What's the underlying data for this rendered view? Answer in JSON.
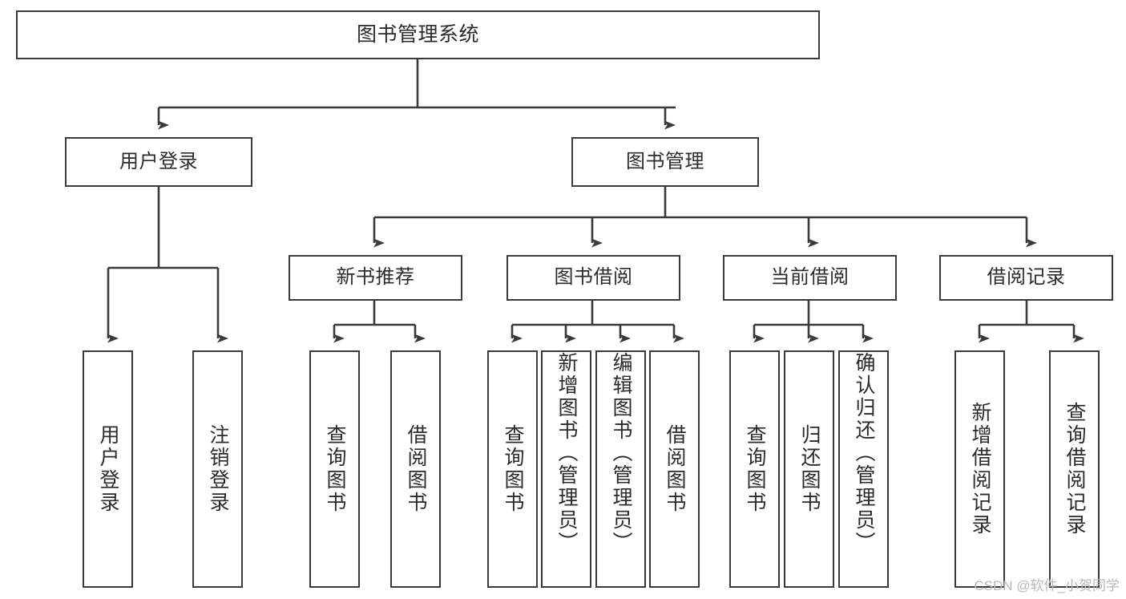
{
  "diagram": {
    "title": "图书管理系统",
    "type": "tree",
    "watermark": "CSDN @软件_小贺同学",
    "colors": {
      "box_border": "#3a3a3a",
      "box_fill": "#ffffff",
      "edge": "#3a3a3a",
      "text": "#2b2b2b",
      "watermark": "#b9b9b9",
      "background": "#ffffff"
    },
    "nodes": {
      "root": {
        "label": "图书管理系统"
      },
      "level1": [
        {
          "id": "user-login",
          "label": "用户登录"
        },
        {
          "id": "book-manage",
          "label": "图书管理"
        }
      ],
      "level2": [
        {
          "id": "new-book-recommend",
          "label": "新书推荐"
        },
        {
          "id": "book-borrow",
          "label": "图书借阅"
        },
        {
          "id": "current-borrow",
          "label": "当前借阅"
        },
        {
          "id": "borrow-record",
          "label": "借阅记录"
        }
      ],
      "leaves": {
        "user-login": [
          {
            "id": "leaf-user-login",
            "label": "用户登录"
          },
          {
            "id": "leaf-user-logout",
            "label": "注销登录"
          }
        ],
        "new-book-recommend": [
          {
            "id": "leaf-query-book-1",
            "label": "查询图书"
          },
          {
            "id": "leaf-borrow-book-1",
            "label": "借阅图书"
          }
        ],
        "book-borrow": [
          {
            "id": "leaf-query-book-2",
            "label": "查询图书"
          },
          {
            "id": "leaf-add-book",
            "label": "新增图书（管理员）"
          },
          {
            "id": "leaf-edit-book",
            "label": "编辑图书（管理员）"
          },
          {
            "id": "leaf-borrow-book-2",
            "label": "借阅图书"
          }
        ],
        "current-borrow": [
          {
            "id": "leaf-query-book-3",
            "label": "查询图书"
          },
          {
            "id": "leaf-return-book",
            "label": "归还图书"
          },
          {
            "id": "leaf-confirm-return",
            "label": "确认归还（管理员）"
          }
        ],
        "borrow-record": [
          {
            "id": "leaf-add-record",
            "label": "新增借阅记录"
          },
          {
            "id": "leaf-query-record",
            "label": "查询借阅记录"
          }
        ]
      }
    }
  }
}
